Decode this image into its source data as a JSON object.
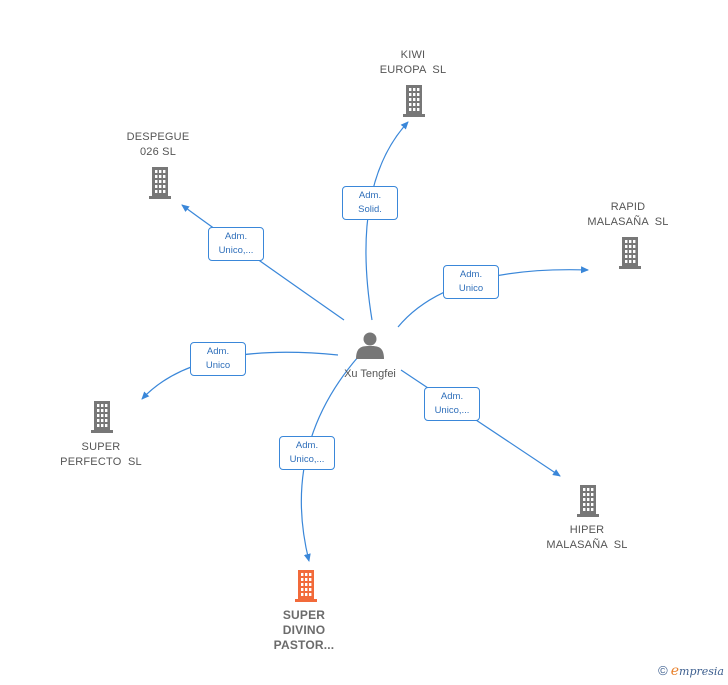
{
  "center": {
    "label": "Xu Tengfei",
    "icon": "person-icon"
  },
  "nodes": [
    {
      "id": "kiwi",
      "label": "KIWI\nEUROPA  SL",
      "icon": "building-icon",
      "color": "#777777"
    },
    {
      "id": "despegue",
      "label": "DESPEGUE\n026 SL",
      "icon": "building-icon",
      "color": "#777777"
    },
    {
      "id": "rapid",
      "label": "RAPID\nMALASAÑA  SL",
      "icon": "building-icon",
      "color": "#777777"
    },
    {
      "id": "superperfecto",
      "label": "SUPER\nPERFECTO  SL",
      "icon": "building-icon",
      "color": "#777777"
    },
    {
      "id": "hiper",
      "label": "HIPER\nMALASAÑA  SL",
      "icon": "building-icon",
      "color": "#777777"
    },
    {
      "id": "superdivino",
      "label": "SUPER\nDIVINO\nPASTOR...",
      "icon": "building-icon",
      "color": "#f26a3a"
    }
  ],
  "edges": [
    {
      "to": "kiwi",
      "label": "Adm.\nSolid."
    },
    {
      "to": "despegue",
      "label": "Adm.\nUnico,..."
    },
    {
      "to": "rapid",
      "label": "Adm.\nUnico"
    },
    {
      "to": "superperfecto",
      "label": "Adm.\nUnico"
    },
    {
      "to": "hiper",
      "label": "Adm.\nUnico,..."
    },
    {
      "to": "superdivino",
      "label": "Adm.\nUnico,..."
    }
  ],
  "colors": {
    "edge": "#3a87d9",
    "building": "#777777",
    "focus": "#f26a3a"
  },
  "brand": {
    "copyright": "©",
    "initial": "e",
    "rest": "mpresia"
  }
}
